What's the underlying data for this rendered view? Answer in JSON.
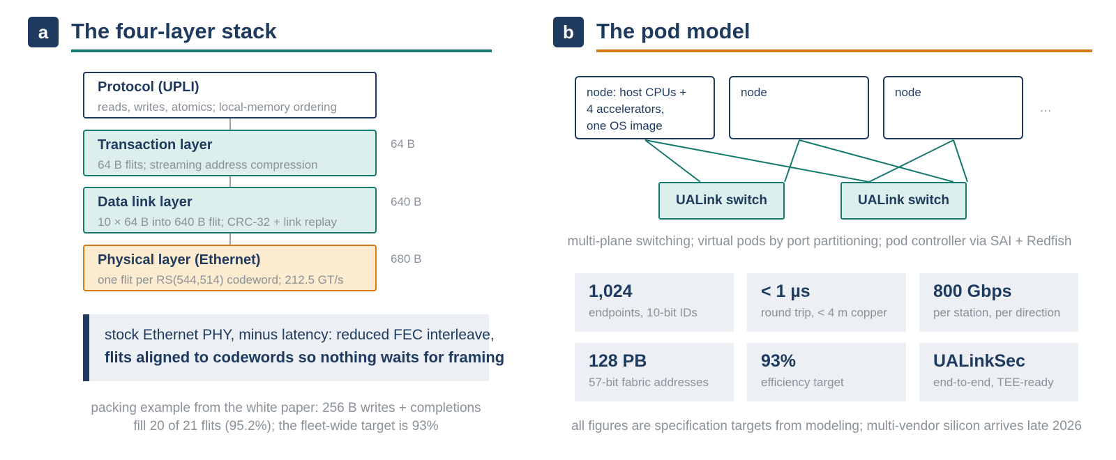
{
  "panel_a": {
    "badge": "a",
    "title": "The four-layer stack",
    "rule_color": "#167a6e",
    "layers": [
      {
        "name": "Protocol (UPLI)",
        "desc": "reads, writes, atomics; local-memory ordering",
        "size": ""
      },
      {
        "name": "Transaction layer",
        "desc": "64 B flits; streaming address compression",
        "size": "64 B"
      },
      {
        "name": "Data link layer",
        "desc": "10 × 64 B into 640 B flit; CRC-32 + link replay",
        "size": "640 B"
      },
      {
        "name": "Physical layer (Ethernet)",
        "desc": "one flit per RS(544,514) codeword; 212.5 GT/s",
        "size": "680 B"
      }
    ],
    "callout": {
      "line1": "stock Ethernet PHY, minus latency: reduced FEC interleave,",
      "line2": "flits aligned to codewords so nothing waits for framing"
    },
    "caption": {
      "line1": "packing example from the white paper: 256 B writes + completions",
      "line2": "fill 20 of 21 flits (95.2%); the fleet-wide target is 93%"
    }
  },
  "panel_b": {
    "badge": "b",
    "title": "The pod model",
    "rule_color": "#d97b12",
    "nodes": [
      {
        "lines": [
          "node: host CPUs +",
          "4 accelerators,",
          "one OS image"
        ]
      },
      {
        "lines": [
          "node",
          "",
          ""
        ]
      },
      {
        "lines": [
          "node",
          "",
          ""
        ]
      }
    ],
    "ellipsis": "…",
    "switches": [
      "UALink switch",
      "UALink switch"
    ],
    "switching_caption": "multi-plane switching; virtual pods by port partitioning; pod controller via SAI + Redfish",
    "stats": [
      {
        "value": "1,024",
        "label": "endpoints, 10-bit IDs"
      },
      {
        "value": "< 1 µs",
        "label": "round trip, < 4 m copper"
      },
      {
        "value": "800 Gbps",
        "label": "per station, per direction"
      },
      {
        "value": "128 PB",
        "label": "57-bit fabric addresses"
      },
      {
        "value": "93%",
        "label": "efficiency target"
      },
      {
        "value": "UALinkSec",
        "label": "end-to-end, TEE-ready"
      }
    ],
    "footnote": "all figures are specification targets from modeling; multi-vendor silicon arrives late 2026"
  }
}
